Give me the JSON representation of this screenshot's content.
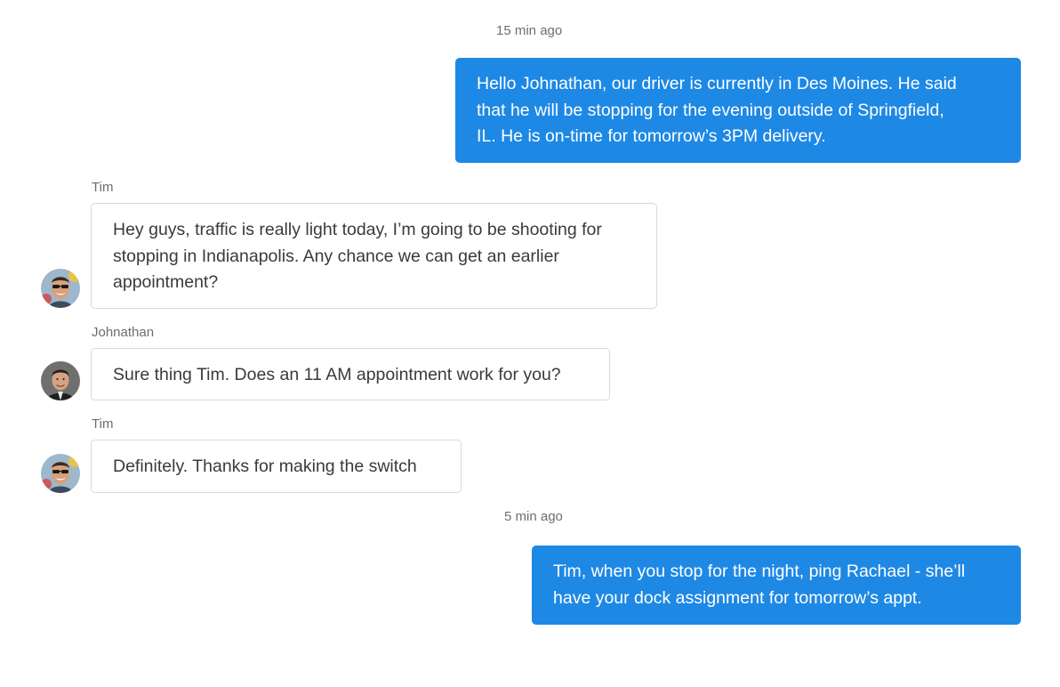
{
  "conversation": {
    "timestamps": [
      "15 min ago",
      "5 min ago"
    ],
    "messages": [
      {
        "direction": "outgoing",
        "lines": [
          "Hello Johnathan, our driver is currently in Des Moines. He said",
          "that he will be stopping for the evening outside of Springfield,",
          "IL.  He is on-time for tomorrow’s 3PM delivery."
        ]
      },
      {
        "direction": "incoming",
        "sender": "Tim",
        "lines": [
          "Hey guys, traffic is really light today, I’m going to be shooting for",
          "stopping in Indianapolis. Any chance we can get an earlier",
          "appointment?"
        ]
      },
      {
        "direction": "incoming",
        "sender": "Johnathan",
        "lines": [
          "Sure thing Tim. Does an 11 AM appointment work for you?"
        ]
      },
      {
        "direction": "incoming",
        "sender": "Tim",
        "lines": [
          "Definitely. Thanks for making the switch"
        ]
      },
      {
        "direction": "outgoing",
        "lines": [
          "Tim, when you stop for the night, ping Rachael - she’ll",
          "have your dock assignment for tomorrow’s appt."
        ]
      }
    ]
  },
  "colors": {
    "outgoing_bubble": "#1e88e5",
    "incoming_border": "#d9d9d9",
    "meta_text": "#6e6e6e"
  },
  "icons": {
    "tim_avatar": "person-sunglasses-avatar",
    "johnathan_avatar": "person-suit-avatar"
  }
}
